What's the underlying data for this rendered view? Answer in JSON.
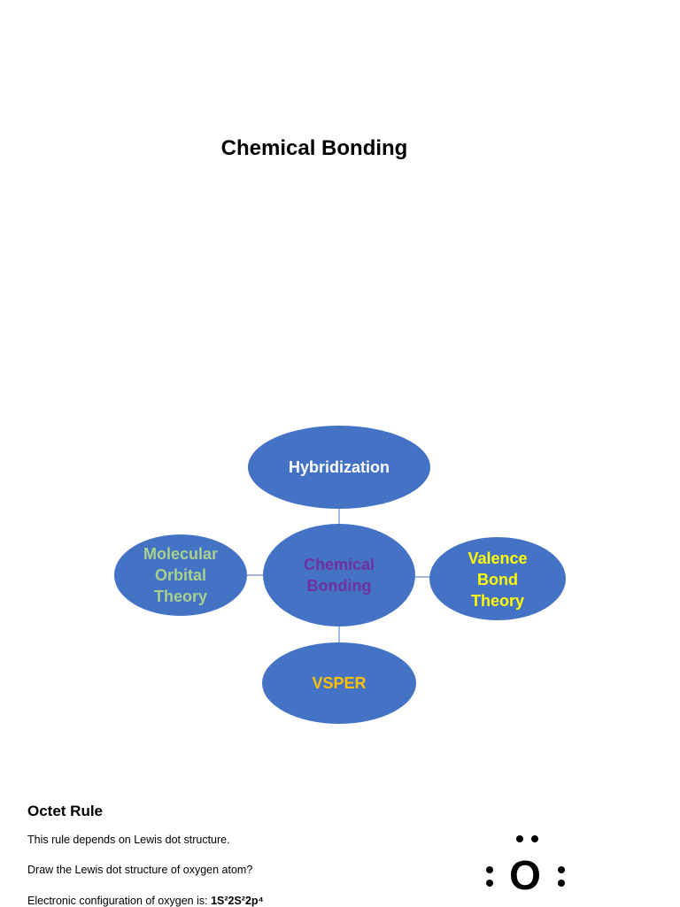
{
  "page": {
    "title": "Chemical Bonding"
  },
  "diagram": {
    "center": [
      "Chemical",
      "Bonding"
    ],
    "top": [
      "Hybridization"
    ],
    "left": [
      "Molecular",
      "Orbital",
      "Theory"
    ],
    "right": [
      "Valence",
      "Bond",
      "Theory"
    ],
    "bottom": [
      "VSPER"
    ],
    "colors": {
      "ellipse_fill": "#4472C4",
      "center_text": "#7030A0",
      "top_text": "#FFFFFF",
      "left_text": "#A9D18E",
      "right_text": "#FFFF00",
      "bottom_text": "#FFC000"
    }
  },
  "octet": {
    "heading": "Octet Rule",
    "line1": "This rule depends on Lewis dot structure.",
    "line2": "Draw the Lewis dot structure of oxygen atom?",
    "line3_prefix": "Electronic configuration of oxygen is: ",
    "line3_formula": "1S²2S²2p⁴"
  },
  "lewis": {
    "atom": "O"
  }
}
